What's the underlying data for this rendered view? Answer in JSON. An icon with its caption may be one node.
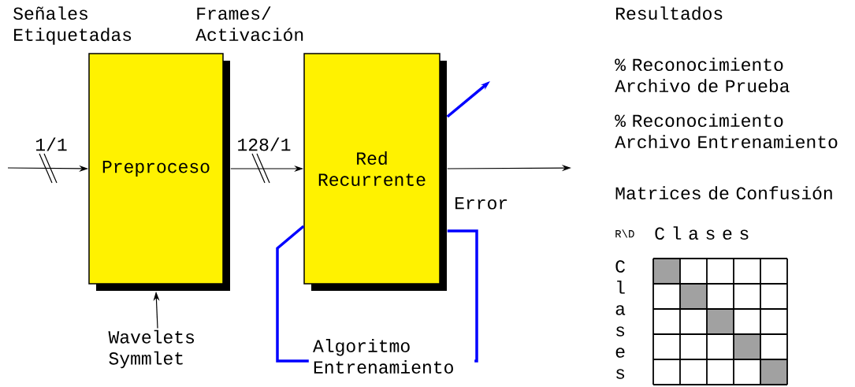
{
  "diagram": {
    "nodes": [
      {
        "text": [
          "Preproceso"
        ]
      },
      {
        "text": [
          "Red Recurrente"
        ]
      },
      {
        "text": [
          "Wavelets Symmlet"
        ]
      },
      {
        "text": [
          "Algoritmo Entrenamiento"
        ]
      }
    ],
    "edges": [
      {
        "from": null,
        "to": 0,
        "arrow": "to",
        "label": "1/1"
      },
      {
        "from": 0,
        "to": 1,
        "arrow": "to",
        "label": "128/1"
      },
      {
        "from": 1,
        "to": null,
        "arrow": "to"
      },
      {
        "from": 1,
        "to": null,
        "arrow": "to",
        "style": "thick",
        "color": "#0000ff"
      },
      {
        "from": 2,
        "to": 0,
        "arrow": "to"
      },
      {
        "from": 3,
        "to": 1,
        "arrow": "none",
        "style": "thick",
        "color": "#0000ff"
      },
      {
        "from": 1,
        "to": 3,
        "arrow": "none",
        "style": "thick",
        "color": "#0000ff"
      }
    ],
    "labels": [
      "Señales Etiquetadas",
      "Frames/ Activación",
      "Error",
      "Resultados",
      "% Reconocimiento Archivo de Prueba",
      "% Reconocimiento Archivo Entrenamiento",
      "Matrices de Confusión",
      "R\\D",
      "C l a s e s",
      "C l a s e s"
    ]
  }
}
